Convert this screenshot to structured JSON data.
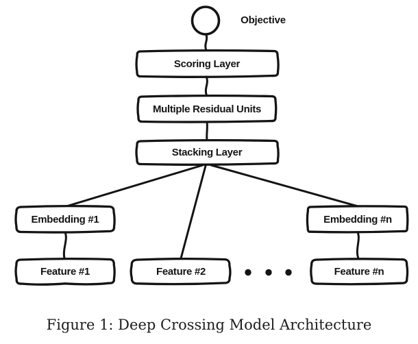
{
  "figure": {
    "caption": "Figure 1: Deep Crossing Model Architecture"
  },
  "diagram": {
    "objective_label": "Objective",
    "nodes": {
      "scoring": {
        "label": "Scoring Layer"
      },
      "residual": {
        "label": "Multiple Residual Units"
      },
      "stacking": {
        "label": "Stacking Layer"
      },
      "embedding_1": {
        "label": "Embedding #1"
      },
      "embedding_n": {
        "label": "Embedding #n"
      },
      "feature_1": {
        "label": "Feature #1"
      },
      "feature_2": {
        "label": "Feature #2"
      },
      "feature_n": {
        "label": "Feature #n"
      }
    },
    "ellipsis_dot_count": 3,
    "colors": {
      "ink": "#141414",
      "background": "#ffffff"
    }
  }
}
